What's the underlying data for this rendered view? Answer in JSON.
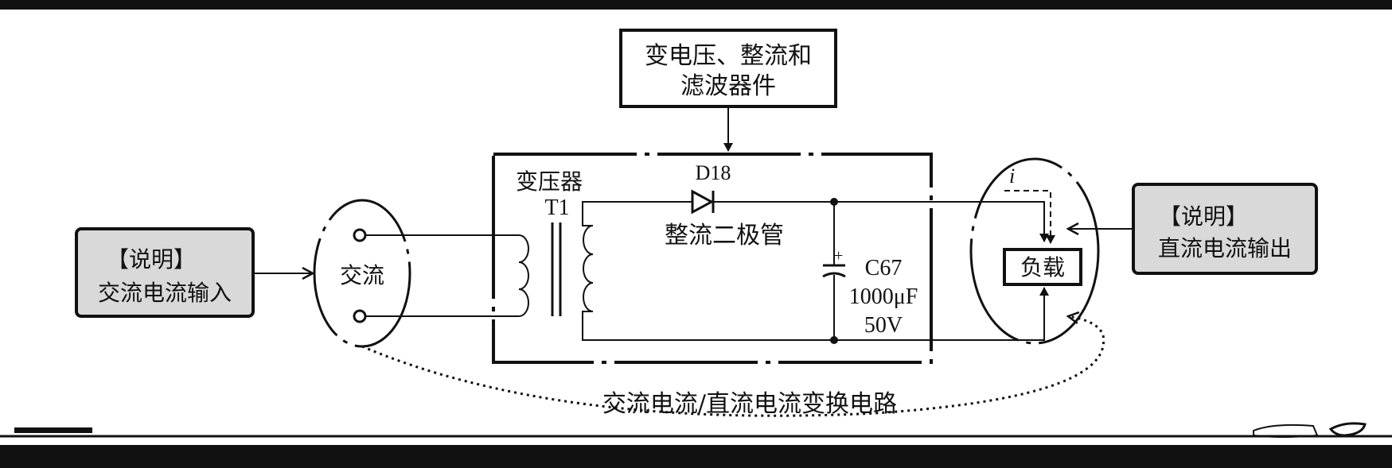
{
  "top_box": {
    "line1": "变电压、整流和",
    "line2": "滤波器件"
  },
  "transformer": {
    "label": "变压器",
    "ref": "T1"
  },
  "diode": {
    "ref": "D18",
    "label": "整流二极管"
  },
  "capacitor": {
    "ref": "C67",
    "value": "1000μF",
    "voltage": "50V",
    "polarity": "+"
  },
  "input_node": {
    "label": "交流"
  },
  "left_note": {
    "line1": "【说明】",
    "line2": "交流电流输入"
  },
  "right_note": {
    "line1": "【说明】",
    "line2": "直流电流输出"
  },
  "load": {
    "label": "负载",
    "current": "i"
  },
  "caption": "交流电流/直流电流变换电路"
}
